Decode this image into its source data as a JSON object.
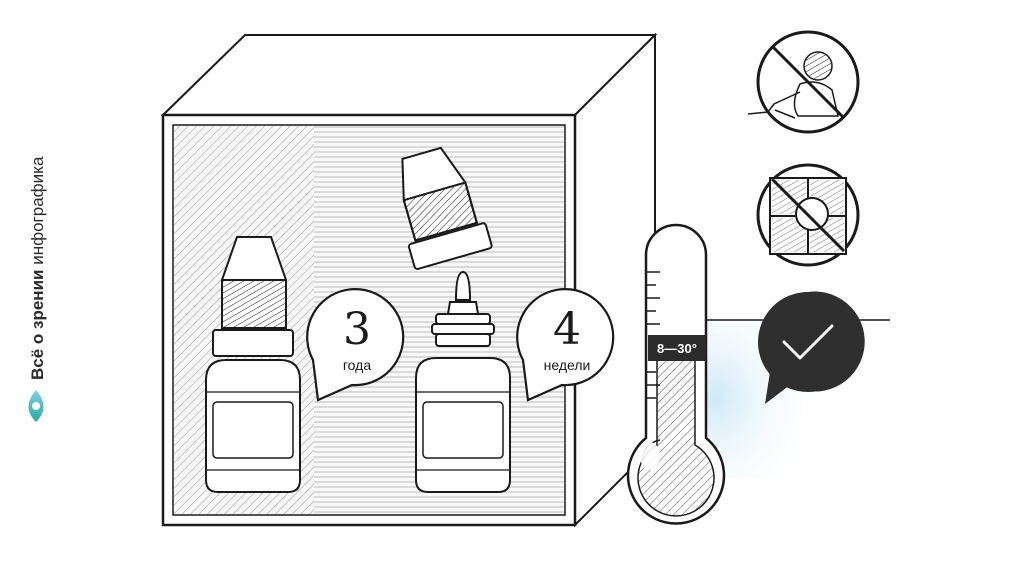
{
  "brand": {
    "name": "Всё о зрении",
    "tagline": "инфографика",
    "accent": "#2aa8a0",
    "accent2": "#7fd1e6"
  },
  "labels": {
    "closed_bottle_number": "3",
    "closed_bottle_unit": "года",
    "open_bottle_number": "4",
    "open_bottle_unit": "недели",
    "temperature_range": "8—30°"
  },
  "icons": [
    "no-children-icon",
    "no-sunlight-icon",
    "check-icon"
  ],
  "colors": {
    "ink": "#1a1a1a",
    "check_bg": "#2f2f2f",
    "glow": "#cfe9f6"
  }
}
